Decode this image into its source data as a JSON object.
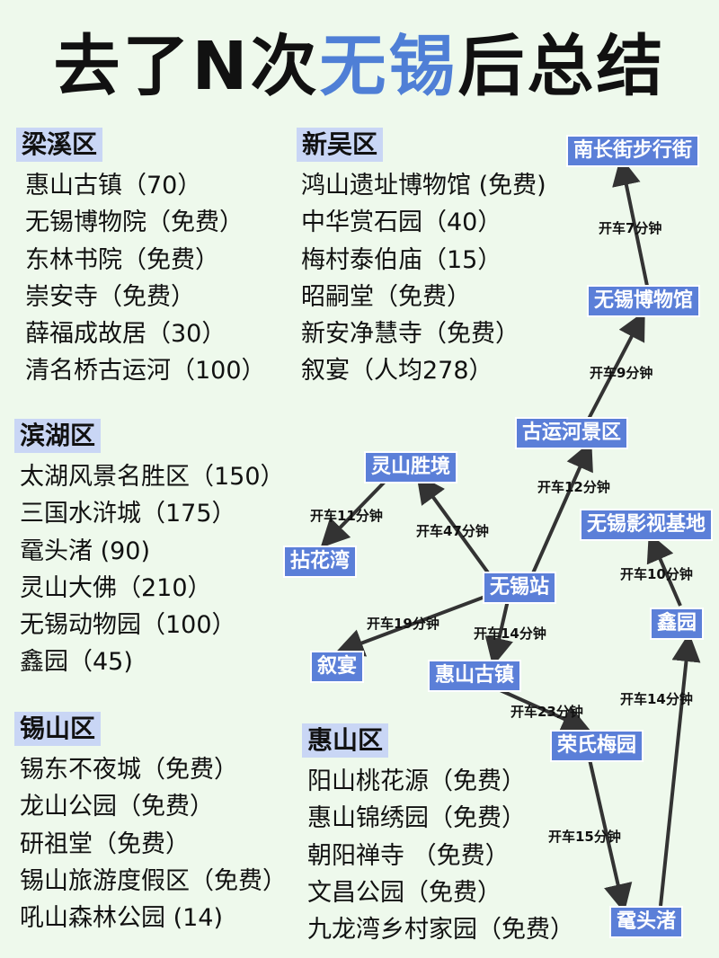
{
  "title": {
    "part1": "去了N次",
    "highlight": "无锡",
    "part2": "后总结"
  },
  "colors": {
    "background": "#eef9ec",
    "highlight": "#4f7fd6",
    "tag": "#c9d6f5",
    "node": "#5b7fd8",
    "arrow": "#333333"
  },
  "districts": [
    {
      "name": "梁溪区",
      "items": [
        "惠山古镇（70）",
        "无锡博物院（免费）",
        "东林书院（免费）",
        "崇安寺（免费）",
        "薛福成故居（30）",
        "清名桥古运河（100）"
      ]
    },
    {
      "name": "新吴区",
      "items": [
        "鸿山遗址博物馆 (免费)",
        "中华赏石园（40）",
        "梅村泰伯庙（15）",
        "昭嗣堂（免费）",
        "新安净慧寺（免费）",
        "叙宴（人均278）"
      ]
    },
    {
      "name": "滨湖区",
      "items": [
        "太湖风景名胜区（150）",
        "三国水浒城（175）",
        "鼋头渚 (90)",
        "灵山大佛（210）",
        "无锡动物园（100）",
        "鑫园（45)"
      ]
    },
    {
      "name": "锡山区",
      "items": [
        "锡东不夜城（免费）",
        "龙山公园（免费）",
        "研祖堂（免费）",
        "锡山旅游度假区（免费）",
        "吼山森林公园 (14)"
      ]
    },
    {
      "name": "惠山区",
      "items": [
        "阳山桃花源（免费）",
        "惠山锦绣园（免费）",
        "朝阳禅寺 （免费）",
        "文昌公园（免费）",
        "九龙湾乡村家园（免费）"
      ]
    }
  ],
  "route": {
    "nodes": {
      "nanchang": "南长街步行街",
      "museum": "无锡博物馆",
      "canal": "古运河景区",
      "lingshan": "灵山胜境",
      "nianhua": "拈花湾",
      "station": "无锡站",
      "xuyan": "叙宴",
      "huishan": "惠山古镇",
      "rongshi": "荣氏梅园",
      "yingshi": "无锡影视基地",
      "xinyuan": "鑫园",
      "yuantou": "鼋头渚"
    },
    "edges": {
      "e1": "开车7分钟",
      "e2": "开车9分钟",
      "e3": "开车12分钟",
      "e4": "开车47分钟",
      "e5": "开车11分钟",
      "e6": "开车19分钟",
      "e7": "开车14分钟",
      "e8": "开车23分钟",
      "e9": "开车15分钟",
      "e10": "开车14分钟",
      "e11": "开车10分钟"
    }
  }
}
